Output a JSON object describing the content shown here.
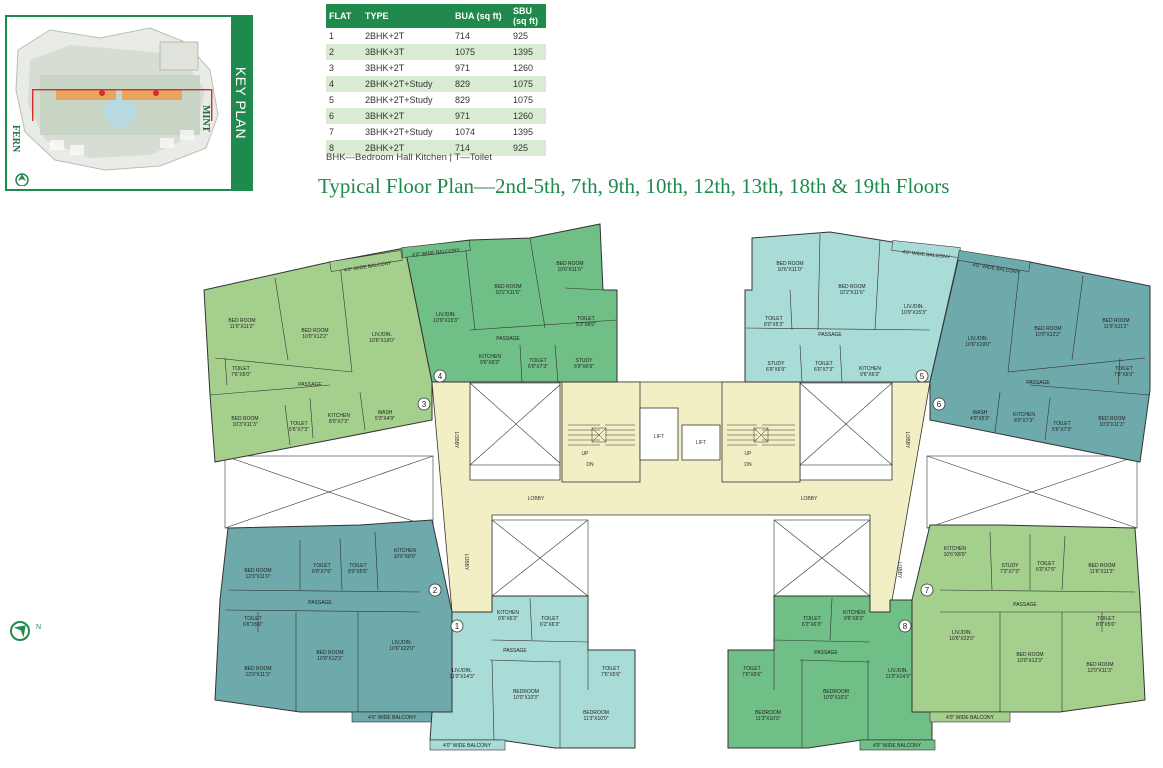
{
  "key_plan": {
    "label": "KEY PLAN",
    "tower_left": "FERN",
    "tower_right": "MINT"
  },
  "table": {
    "headers": [
      "FLAT",
      "TYPE",
      "BUA (sq ft)",
      "SBU (sq ft)"
    ],
    "rows": [
      [
        "1",
        "2BHK+2T",
        "714",
        "925"
      ],
      [
        "2",
        "3BHK+3T",
        "1075",
        "1395"
      ],
      [
        "3",
        "3BHK+2T",
        "971",
        "1260"
      ],
      [
        "4",
        "2BHK+2T+Study",
        "829",
        "1075"
      ],
      [
        "5",
        "2BHK+2T+Study",
        "829",
        "1075"
      ],
      [
        "6",
        "3BHK+2T",
        "971",
        "1260"
      ],
      [
        "7",
        "3BHK+2T+Study",
        "1074",
        "1395"
      ],
      [
        "8",
        "2BHK+2T",
        "714",
        "925"
      ]
    ],
    "note": "BHK—Bedroom Hall Kitchen | T—Toilet"
  },
  "title": "Typical Floor Plan—2nd-5th, 7th, 9th, 10th, 12th, 13th, 18th & 19th Floors",
  "colors": {
    "brand_green": "#1f8a4c",
    "flat_light_green": "#a5cf8d",
    "flat_mid_green": "#6fbf86",
    "flat_teal": "#6ea9ab",
    "flat_aqua": "#a9dcd6",
    "lobby": "#f3efc4"
  },
  "plan": {
    "flat_numbers": [
      "1",
      "2",
      "3",
      "4",
      "5",
      "6",
      "7",
      "8"
    ],
    "core": {
      "lift": "LIFT",
      "lobby": "LOBBY",
      "up": "UP",
      "dn": "DN"
    },
    "flat3": {
      "bed1_name": "BED ROOM",
      "bed1_size": "11'6\"X11'2\"",
      "bed2_name": "BED ROOM",
      "bed2_size": "10'0\"X12'2\"",
      "liv_name": "LIV./DIN.",
      "liv_size": "10'6\"X19'0\"",
      "bed3_name": "BED ROOM",
      "bed3_size": "10'3\"X11'3\"",
      "toilet1_name": "TOILET",
      "toilet1_size": "7'6\"X5'0\"",
      "toilet2_name": "TOILET",
      "toilet2_size": "5'6\"X7'3\"",
      "kitchen_name": "KITCHEN",
      "kitchen_size": "8'0\"X7'3\"",
      "wash_name": "WASH",
      "wash_size": "5'3\"X4'9\"",
      "passage": "PASSAGE",
      "balcony": "4'0\" WIDE BALCONY"
    },
    "flat4": {
      "liv_name": "LIV./DIN.",
      "liv_size": "10'9\"X15'3\"",
      "bed1_name": "BED ROOM",
      "bed1_size": "10'2\"X11'6\"",
      "bed2_name": "BED ROOM",
      "bed2_size": "10'6\"X11'0\"",
      "kitchen_name": "KITCHEN",
      "kitchen_size": "9'6\"X6'3\"",
      "toilet1_name": "TOILET",
      "toilet1_size": "6'0\"X7'3\"",
      "toilet2_name": "TOILET",
      "toilet2_size": "5'3\"X8'0\"",
      "study_name": "STUDY",
      "study_size": "6'9\"X6'9\"",
      "passage": "PASSAGE",
      "balcony": "4'0\" WIDE BALCONY"
    },
    "flat5": {
      "bed1_name": "BED ROOM",
      "bed1_size": "10'6\"X11'0\"",
      "bed2_name": "BED ROOM",
      "bed2_size": "10'2\"X11'6\"",
      "liv_name": "LIV./DIN.",
      "liv_size": "10'9\"X15'3\"",
      "toilet1_name": "TOILET",
      "toilet1_size": "8'0\"X5'3\"",
      "toilet2_name": "TOILET",
      "toilet2_size": "6'0\"X7'3\"",
      "study_name": "STUDY",
      "study_size": "6'9\"X6'9\"",
      "kitchen_name": "KITCHEN",
      "kitchen_size": "9'6\"X6'3\"",
      "passage": "PASSAGE",
      "balcony": "4'0\" WIDE BALCONY"
    },
    "flat6": {
      "liv_name": "LIV./DIN.",
      "liv_size": "10'6\"X19'0\"",
      "bed1_name": "BED ROOM",
      "bed1_size": "10'0\"X12'2\"",
      "bed2_name": "BED ROOM",
      "bed2_size": "11'6\"X11'2\"",
      "bed3_name": "BED ROOM",
      "bed3_size": "10'3\"X11'3\"",
      "toilet1_name": "TOILET",
      "toilet1_size": "7'6\"X5'0\"",
      "toilet2_name": "TOILET",
      "toilet2_size": "5'6\"X7'3\"",
      "kitchen_name": "KITCHEN",
      "kitchen_size": "8'0\"X7'3\"",
      "wash_name": "WASH",
      "wash_size": "4'9\"X5'3\"",
      "passage": "PASSAGE",
      "balcony": "4'0\" WIDE BALCONY"
    },
    "flat2": {
      "bed1_name": "BED ROOM",
      "bed1_size": "12'3\"X11'0\"",
      "toilet1_name": "TOILET",
      "toilet1_size": "6'0\"X7'6\"",
      "toilet2_name": "TOILET",
      "toilet2_size": "8'0\"X5'6\"",
      "kitchen_name": "KITCHEN",
      "kitchen_size": "10'6\"X8'0\"",
      "toilet3_name": "TOILET",
      "toilet3_size": "6'6\"X5'0\"",
      "bed2_name": "BED ROOM",
      "bed2_size": "12'0\"X11'3\"",
      "bed3_name": "BED ROOM",
      "bed3_size": "10'0\"X12'3\"",
      "liv_name": "LIV./DIN.",
      "liv_size": "10'6\"X22'0\"",
      "passage": "PASSAGE",
      "balcony": "4'0\" WIDE BALCONY"
    },
    "flat1": {
      "kitchen_name": "KITCHEN",
      "kitchen_size": "9'6\"X6'3\"",
      "toilet1_name": "TOILET",
      "toilet1_size": "6'2\"X6'3\"",
      "liv_name": "LIV./DIN.",
      "liv_size": "11'0\"X14'3\"",
      "bed1_name": "BEDROOM",
      "bed1_size": "10'0\"X10'3\"",
      "toilet2_name": "TOILET",
      "toilet2_size": "7'6\"X5'6\"",
      "bed2_name": "BEDROOM",
      "bed2_size": "11'3\"X10'0\"",
      "passage": "PASSAGE",
      "balcony": "4'0\" WIDE BALCONY"
    },
    "flat8": {
      "toilet1_name": "TOILET",
      "toilet1_size": "6'2\"X6'3\"",
      "kitchen_name": "KITCHEN",
      "kitchen_size": "9'6\"X6'3\"",
      "liv_name": "LIV./DIN.",
      "liv_size": "11'0\"X14'3\"",
      "toilet2_name": "TOILET",
      "toilet2_size": "7'6\"X5'6\"",
      "bed1_name": "BEDROOM",
      "bed1_size": "10'0\"X10'3\"",
      "bed2_name": "BEDROOM",
      "bed2_size": "11'3\"X10'0\"",
      "passage": "PASSAGE",
      "balcony": "4'0\" WIDE BALCONY"
    },
    "flat7": {
      "kitchen_name": "KITCHEN",
      "kitchen_size": "10'6\"X8'0\"",
      "study_name": "STUDY",
      "study_size": "7'2\"X7'3\"",
      "toilet1_name": "TOILET",
      "toilet1_size": "6'0\"X7'6\"",
      "bed1_name": "BED ROOM",
      "bed1_size": "11'6\"X11'3\"",
      "toilet2_name": "TOILET",
      "toilet2_size": "8'0\"X5'6\"",
      "bed2_name": "BED ROOM",
      "bed2_size": "10'0\"X12'3\"",
      "bed3_name": "BED ROOM",
      "bed3_size": "12'0\"X11'3\"",
      "liv_name": "LIV./DIN.",
      "liv_size": "10'6\"X22'0\"",
      "passage": "PASSAGE",
      "balcony": "4'0\" WIDE BALCONY"
    }
  }
}
